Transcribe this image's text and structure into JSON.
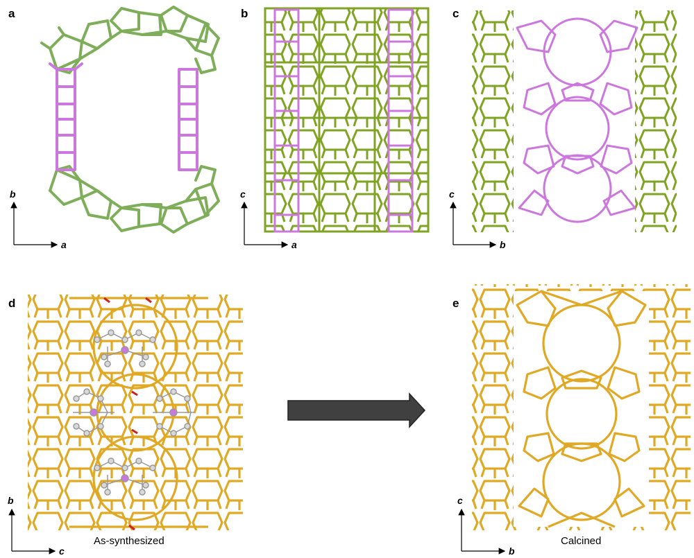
{
  "panels": [
    {
      "id": "a",
      "label": "a",
      "axes": {
        "vertical": "b",
        "horizontal": "a"
      }
    },
    {
      "id": "b",
      "label": "b",
      "axes": {
        "vertical": "c",
        "horizontal": "a"
      }
    },
    {
      "id": "c",
      "label": "c",
      "axes": {
        "vertical": "c",
        "horizontal": "b"
      }
    },
    {
      "id": "d",
      "label": "d",
      "axes": {
        "vertical": "b",
        "horizontal": "c"
      },
      "caption": "As-synthesized"
    },
    {
      "id": "e",
      "label": "e",
      "axes": {
        "vertical": "c",
        "horizontal": "b"
      },
      "caption": "Calcined"
    }
  ],
  "colors": {
    "framework_green": "#7fae5a",
    "framework_olive": "#7fa322",
    "highlight_purple": "#cc77dd",
    "framework_gold": "#e0a925",
    "oxygen_red": "#cc2222",
    "sda_gray": "#c8c8c8",
    "arrow_gray": "#404040"
  },
  "arrow": {
    "direction": "right",
    "icon": "right-arrow-icon"
  }
}
